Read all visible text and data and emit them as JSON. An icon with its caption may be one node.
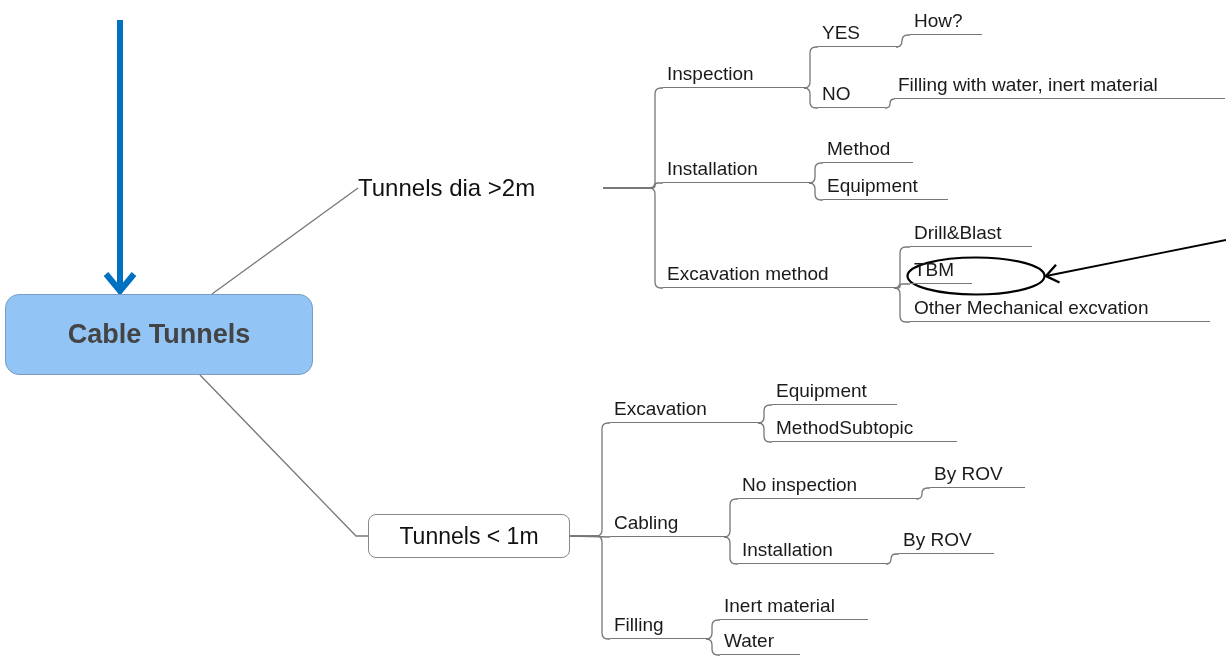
{
  "diagram": {
    "nodes": [
      {
        "text": [
          "Cable Tunnels"
        ]
      },
      {
        "text": [
          "Tunnels dia >2m"
        ]
      },
      {
        "text": [
          "Inspection"
        ]
      },
      {
        "text": [
          "YES"
        ]
      },
      {
        "text": [
          "How?"
        ]
      },
      {
        "text": [
          "NO"
        ]
      },
      {
        "text": [
          "Filling with water, inert material"
        ]
      },
      {
        "text": [
          "Installation"
        ]
      },
      {
        "text": [
          "Method"
        ]
      },
      {
        "text": [
          "Equipment"
        ]
      },
      {
        "text": [
          "Excavation method"
        ]
      },
      {
        "text": [
          "Drill&Blast"
        ]
      },
      {
        "text": [],
        "shape": "ellipse"
      },
      {
        "text": [
          "TBM"
        ]
      },
      {
        "text": [
          "Other Mechanical excvation"
        ]
      },
      {
        "text": [
          "Tunnels < 1m"
        ]
      },
      {
        "text": [
          "Excavation"
        ]
      },
      {
        "text": [
          "Equipment"
        ]
      },
      {
        "text": [
          "MethodSubtopic"
        ]
      },
      {
        "text": [
          "Cabling"
        ]
      },
      {
        "text": [
          "No inspection"
        ]
      },
      {
        "text": [
          "By ROV"
        ]
      },
      {
        "text": [
          "Installation"
        ]
      },
      {
        "text": [
          "By ROV"
        ]
      },
      {
        "text": [
          "Filling"
        ]
      },
      {
        "text": [
          "Inert material"
        ]
      },
      {
        "text": [
          "Water"
        ]
      }
    ],
    "edges": [
      {
        "from": 0,
        "to": 1,
        "arrow": "none"
      },
      {
        "from": 1,
        "to": 2,
        "arrow": "none"
      },
      {
        "from": 1,
        "to": 7,
        "arrow": "none"
      },
      {
        "from": 1,
        "to": 10,
        "arrow": "none"
      },
      {
        "from": 2,
        "to": 3,
        "arrow": "none"
      },
      {
        "from": 2,
        "to": 5,
        "arrow": "none"
      },
      {
        "from": 3,
        "to": 4,
        "arrow": "none"
      },
      {
        "from": 5,
        "to": 6,
        "arrow": "none"
      },
      {
        "from": 7,
        "to": 8,
        "arrow": "none"
      },
      {
        "from": 7,
        "to": 9,
        "arrow": "none"
      },
      {
        "from": 10,
        "to": 11,
        "arrow": "none"
      },
      {
        "from": 10,
        "to": 13,
        "arrow": "none"
      },
      {
        "from": 10,
        "to": 14,
        "arrow": "none"
      },
      {
        "from": 0,
        "to": 15,
        "arrow": "none"
      },
      {
        "from": 15,
        "to": 16,
        "arrow": "none"
      },
      {
        "from": 15,
        "to": 19,
        "arrow": "none"
      },
      {
        "from": 15,
        "to": 24,
        "arrow": "none"
      },
      {
        "from": 16,
        "to": 17,
        "arrow": "none"
      },
      {
        "from": 16,
        "to": 18,
        "arrow": "none"
      },
      {
        "from": 19,
        "to": 20,
        "arrow": "none"
      },
      {
        "from": 19,
        "to": 22,
        "arrow": "none"
      },
      {
        "from": 20,
        "to": 21,
        "arrow": "none"
      },
      {
        "from": 22,
        "to": 23,
        "arrow": "none"
      },
      {
        "from": 24,
        "to": 25,
        "arrow": "none"
      },
      {
        "from": 24,
        "to": 26,
        "arrow": "none"
      },
      {
        "from": null,
        "to": 0,
        "arrow": "to",
        "style": "thick",
        "color": "#0070c0"
      },
      {
        "from": null,
        "to": 12,
        "arrow": "to",
        "color": "#000000"
      }
    ]
  }
}
